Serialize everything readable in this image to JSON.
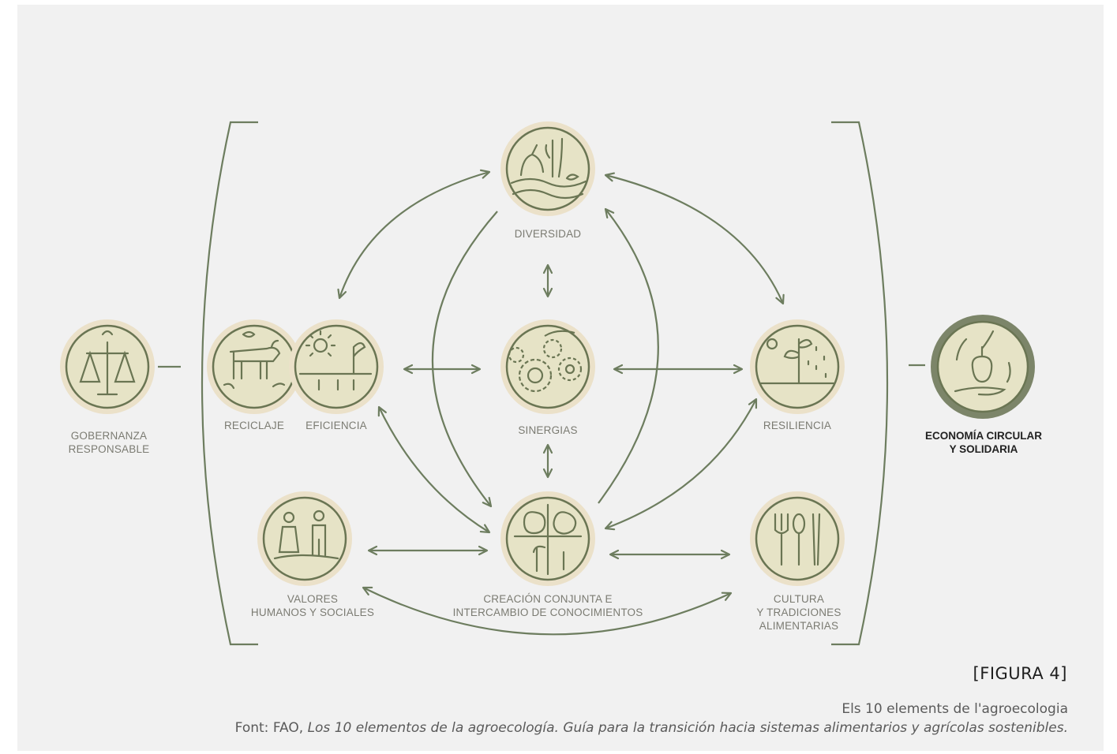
{
  "colors": {
    "line": "#6d7d5f",
    "ring": "#ebe1c9",
    "disc": "#e6e3c6",
    "icon": "#6a7553"
  },
  "elements": {
    "diversidad": "DIVERSIDAD",
    "sinergias": "SINERGIAS",
    "reciclaje": "RECICLAJE",
    "eficiencia": "EFICIENCIA",
    "resiliencia": "RESILIENCIA",
    "gobernanza": [
      "GOBERNANZA",
      "RESPONSABLE"
    ],
    "economia": [
      "ECONOMÍA CIRCULAR",
      "Y SOLIDARIA"
    ],
    "valores": [
      "VALORES",
      "HUMANOS Y SOCIALES"
    ],
    "creacion": [
      "CREACIÓN CONJUNTA E",
      "INTERCAMBIO DE CONOCIMIENTOS"
    ],
    "cultura": [
      "CULTURA",
      "Y TRADICIONES",
      "ALIMENTARIAS"
    ]
  },
  "figure": {
    "label": "[FIGURA 4]",
    "title": "Els 10 elements de l'agroecologia",
    "source_prefix": "Font: FAO, ",
    "source_italic": "Los 10 elementos de la agroecología. Guía para la transición hacia sistemas alimentarios y agrícolas sostenibles."
  }
}
